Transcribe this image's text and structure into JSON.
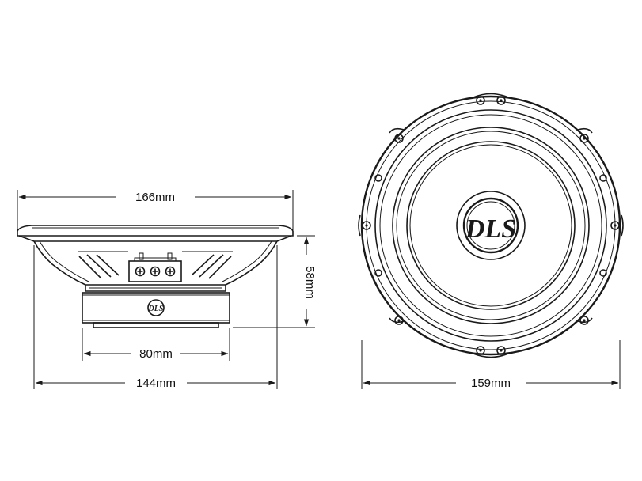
{
  "dimensions": {
    "overall_frame_width": "166mm",
    "mounting_depth": "58mm",
    "magnet_width": "80mm",
    "basket_width": "144mm",
    "front_diameter": "159mm"
  },
  "logo": {
    "mark": "DLS"
  },
  "colors": {
    "line": "#1a1a1a",
    "background": "#ffffff"
  }
}
